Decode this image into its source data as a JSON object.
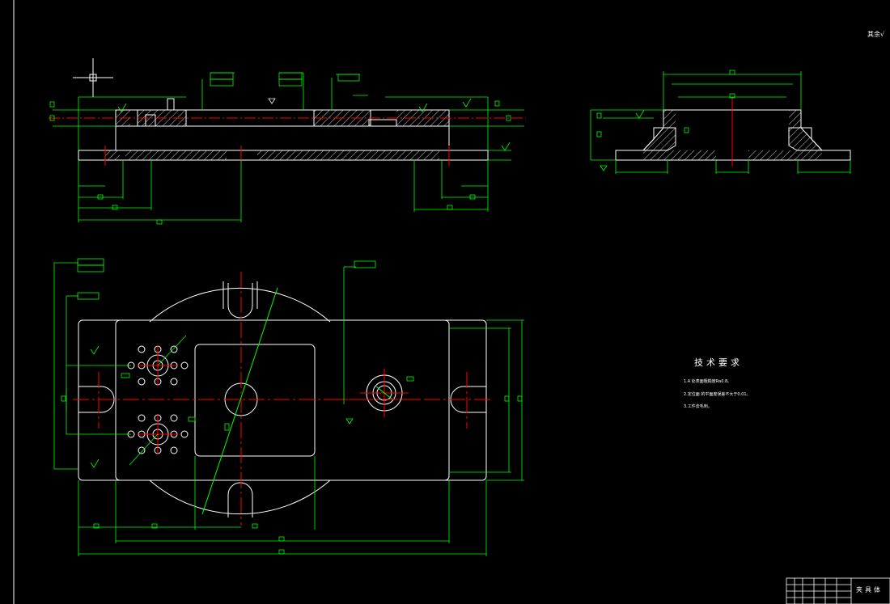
{
  "colors": {
    "background": "#000000",
    "outline": "#ffffff",
    "dimension": "#00ff00",
    "centerline": "#ff0000",
    "hatch": "#ffffff"
  },
  "tech_requirements": {
    "title": "技术要求",
    "lines": [
      "1.A 处表面粗糙度Ra0.8。",
      "2.定位面 的平面度误差不大于0.01。",
      "3.工件去毛刺。"
    ]
  },
  "title_block": {
    "drawing_name": "夹具体"
  },
  "roughness_note": "其余√",
  "icons": [
    "crosshair-cursor-icon"
  ]
}
